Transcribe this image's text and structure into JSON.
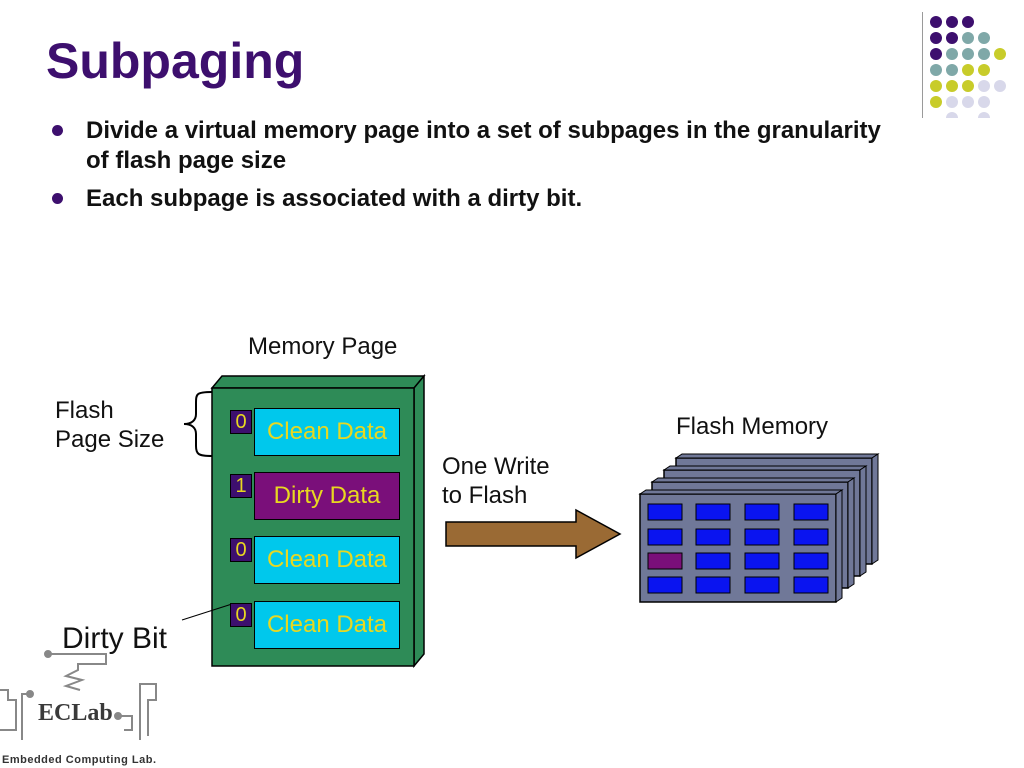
{
  "slide": {
    "title": "Subpaging",
    "bullets": [
      "Divide a virtual memory page into a set of subpages in the granularity of flash page size",
      "Each subpage is associated with a dirty bit."
    ]
  },
  "diagram": {
    "memory_page_label": "Memory Page",
    "flash_page_size_label": [
      "Flash",
      "Page Size"
    ],
    "dirty_bit_label": "Dirty Bit",
    "arrow_label": [
      "One Write",
      "to Flash"
    ],
    "flash_memory_label": "Flash Memory",
    "subpages": [
      {
        "bit": "0",
        "label": "Clean Data",
        "state": "clean"
      },
      {
        "bit": "1",
        "label": "Dirty Data",
        "state": "dirty"
      },
      {
        "bit": "0",
        "label": "Clean Data",
        "state": "clean"
      },
      {
        "bit": "0",
        "label": "Clean Data",
        "state": "clean"
      }
    ],
    "colors": {
      "title": "#3d0f6e",
      "page_box": "#2e8b57",
      "clean_cell": "#00c8ec",
      "dirty_cell": "#7a0f7a",
      "cell_text": "#e8d820",
      "arrow": "#9a6a34",
      "flash_chip": "#707898",
      "flash_cell": "#0a14f0",
      "flash_cell_dirty": "#7a0f7a"
    }
  },
  "logo": {
    "name": "ECLab",
    "subtitle": "Embedded Computing Lab."
  }
}
